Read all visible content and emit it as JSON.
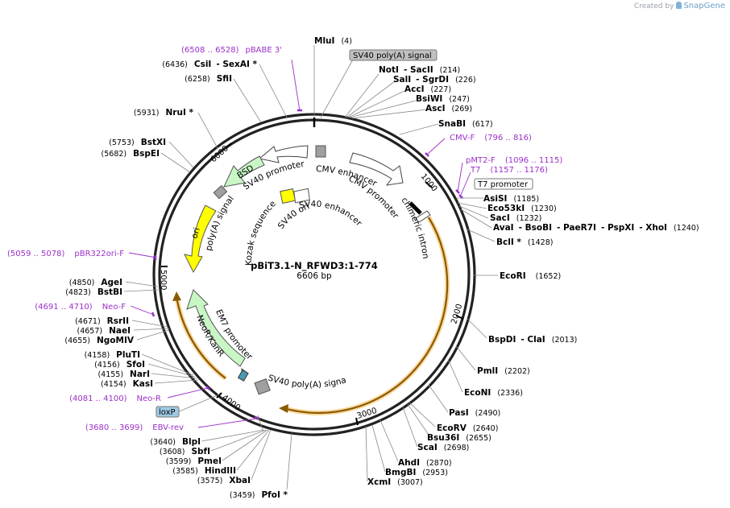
{
  "header": {
    "credit_prefix": "Created by",
    "credit_brand": "SnapGene"
  },
  "plasmid": {
    "name": "pBiT3.1-N_RFWD3:1-774",
    "size_label": "6606 bp",
    "length": 6606
  },
  "ticks": [
    "1000",
    "2000",
    "3000",
    "4000",
    "5000",
    "6000"
  ],
  "colors": {
    "backbone": "#222222",
    "orf": "#f5a623",
    "promoter": "#ffffff",
    "marker": "#c8f7c5",
    "ori": "#ffff00",
    "primer": "#9b30c8",
    "polyA": "#a0a0a0",
    "lox": "#9ec9e2"
  },
  "enzymes": [
    {
      "id": "mlui",
      "names": [
        "MluI"
      ],
      "pos": "(4)"
    },
    {
      "id": "notisacii",
      "names": [
        "NotI",
        "SacII"
      ],
      "pos": "(214)"
    },
    {
      "id": "salisgrdi",
      "names": [
        "SalI",
        "SgrDI"
      ],
      "pos": "(226)"
    },
    {
      "id": "acci",
      "names": [
        "AccI"
      ],
      "pos": "(227)"
    },
    {
      "id": "bsiwi",
      "names": [
        "BsiWI"
      ],
      "pos": "(247)"
    },
    {
      "id": "asci",
      "names": [
        "AscI"
      ],
      "pos": "(269)"
    },
    {
      "id": "snabi",
      "names": [
        "SnaBI"
      ],
      "pos": "(617)"
    },
    {
      "id": "asisi",
      "names": [
        "AsiSI"
      ],
      "pos": "(1185)"
    },
    {
      "id": "eco53ki",
      "names": [
        "Eco53kI"
      ],
      "pos": "(1230)"
    },
    {
      "id": "saci",
      "names": [
        "SacI"
      ],
      "pos": "(1232)"
    },
    {
      "id": "avai",
      "names": [
        "AvaI",
        "BsoBI",
        "PaeR7I",
        "PspXI",
        "XhoI"
      ],
      "pos": "(1240)"
    },
    {
      "id": "bcli",
      "names": [
        "BclI *"
      ],
      "pos": "(1428)"
    },
    {
      "id": "ecori",
      "names": [
        "EcoRI"
      ],
      "pos": "(1652)"
    },
    {
      "id": "bspdi",
      "names": [
        "BspDI",
        "ClaI"
      ],
      "pos": "(2013)"
    },
    {
      "id": "pmli",
      "names": [
        "PmlI"
      ],
      "pos": "(2202)"
    },
    {
      "id": "econi",
      "names": [
        "EcoNI"
      ],
      "pos": "(2336)"
    },
    {
      "id": "pasi",
      "names": [
        "PasI"
      ],
      "pos": "(2490)"
    },
    {
      "id": "ecorv",
      "names": [
        "EcoRV"
      ],
      "pos": "(2640)"
    },
    {
      "id": "bsu36i",
      "names": [
        "Bsu36I"
      ],
      "pos": "(2655)"
    },
    {
      "id": "scai",
      "names": [
        "ScaI"
      ],
      "pos": "(2698)"
    },
    {
      "id": "ahdi",
      "names": [
        "AhdI"
      ],
      "pos": "(2870)"
    },
    {
      "id": "bmgbi",
      "names": [
        "BmgBI"
      ],
      "pos": "(2953)"
    },
    {
      "id": "xcmi",
      "names": [
        "XcmI"
      ],
      "pos": "(3007)"
    },
    {
      "id": "pfoi",
      "names": [
        "PfoI *"
      ],
      "pos": "(3459)"
    },
    {
      "id": "xbai",
      "names": [
        "XbaI"
      ],
      "pos": "(3575)"
    },
    {
      "id": "hindiii",
      "names": [
        "HindIII"
      ],
      "pos": "(3585)"
    },
    {
      "id": "pmei",
      "names": [
        "PmeI"
      ],
      "pos": "(3599)"
    },
    {
      "id": "sbfi",
      "names": [
        "SbfI"
      ],
      "pos": "(3608)"
    },
    {
      "id": "blpi",
      "names": [
        "BlpI"
      ],
      "pos": "(3640)"
    },
    {
      "id": "kasi",
      "names": [
        "KasI"
      ],
      "pos": "(4154)"
    },
    {
      "id": "nari",
      "names": [
        "NarI"
      ],
      "pos": "(4155)"
    },
    {
      "id": "sfoi",
      "names": [
        "SfoI"
      ],
      "pos": "(4156)"
    },
    {
      "id": "plutI",
      "names": [
        "PluTI"
      ],
      "pos": "(4158)"
    },
    {
      "id": "ngomiv",
      "names": [
        "NgoMIV"
      ],
      "pos": "(4655)"
    },
    {
      "id": "naei",
      "names": [
        "NaeI"
      ],
      "pos": "(4657)"
    },
    {
      "id": "rsrii",
      "names": [
        "RsrII"
      ],
      "pos": "(4671)"
    },
    {
      "id": "bstbi",
      "names": [
        "BstBI"
      ],
      "pos": "(4823)"
    },
    {
      "id": "agei",
      "names": [
        "AgeI"
      ],
      "pos": "(4850)"
    },
    {
      "id": "bspei",
      "names": [
        "BspEI"
      ],
      "pos": "(5682)"
    },
    {
      "id": "bstxi",
      "names": [
        "BstXI"
      ],
      "pos": "(5753)"
    },
    {
      "id": "nrui",
      "names": [
        "NruI *"
      ],
      "pos": "(5931)"
    },
    {
      "id": "sfii",
      "names": [
        "SfiI"
      ],
      "pos": "(6258)"
    },
    {
      "id": "csii",
      "names": [
        "CsiI",
        "SexAI *"
      ],
      "pos": "(6436)"
    }
  ],
  "primers": [
    {
      "id": "pbabe3",
      "name": "pBABE 3'",
      "range": "(6508 .. 6528)"
    },
    {
      "id": "cmvf",
      "name": "CMV-F",
      "range": "(796 .. 816)"
    },
    {
      "id": "pmt2f",
      "name": "pMT2-F",
      "range": "(1096 .. 1115)"
    },
    {
      "id": "t7",
      "name": "T7",
      "range": "(1157 .. 1176)"
    },
    {
      "id": "pbr322",
      "name": "pBR322ori-F",
      "range": "(5059 .. 5078)"
    },
    {
      "id": "neof",
      "name": "Neo-F",
      "range": "(4691 .. 4710)"
    },
    {
      "id": "neor",
      "name": "Neo-R",
      "range": "(4081 .. 4100)"
    },
    {
      "id": "ebvrev",
      "name": "EBV-rev",
      "range": "(3680 .. 3699)"
    }
  ],
  "boxed_features": {
    "sv40polyA_top": "SV40 poly(A) signal",
    "t7promoter": "T7 promoter",
    "loxp": "loxP"
  },
  "features": {
    "cmv_enhancer": "CMV enhancer",
    "cmv_promoter": "CMV promoter",
    "chimeric_intron": "chimeric intron",
    "sv40_promoter": "SV40 promoter",
    "bsd": "BSD",
    "polyA_signal": "poly(A) signal",
    "ori": "ori",
    "kozak": "Kozak sequence",
    "sv40_ori": "SV40 ori",
    "sv40_enhancer": "SV40 enhancer",
    "em7": "EM7 promoter",
    "neor": "NeoR/KanR",
    "sv40_polyA_bottom": "SV40 poly(A) signal"
  }
}
